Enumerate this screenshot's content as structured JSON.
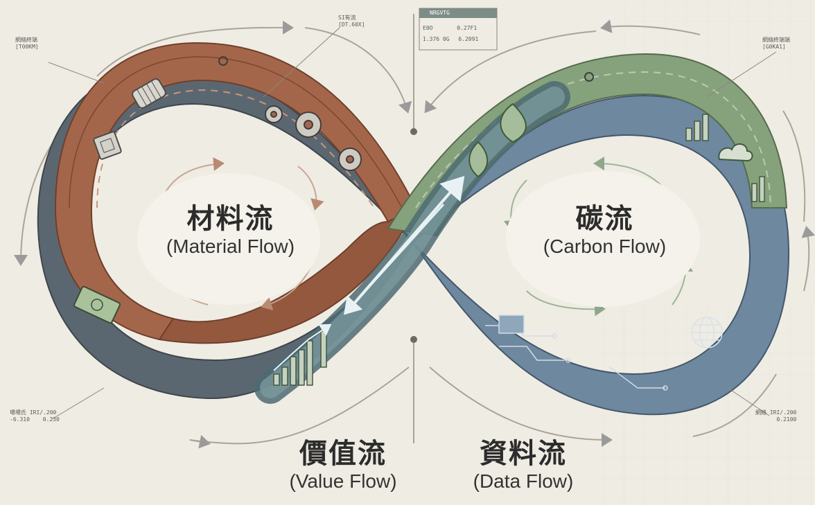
{
  "flows": {
    "material": {
      "zh": "材料流",
      "en": "(Material Flow)",
      "color": "#a4664a"
    },
    "carbon": {
      "zh": "碳流",
      "en": "(Carbon Flow)",
      "color": "#7e9a73"
    },
    "value": {
      "zh": "價值流",
      "en": "(Value Flow)",
      "color": "#4a5a66"
    },
    "data": {
      "zh": "資料流",
      "en": "(Data Flow)",
      "color": "#5f7990"
    }
  },
  "annotations": {
    "top_center": {
      "title": "SI有流",
      "sub": "[DT.60X]"
    },
    "top_left": {
      "title": "網絡終端",
      "sub": "[T00KM]"
    },
    "top_right": {
      "title": "網絡終端端",
      "sub": "[G0KA1]"
    },
    "top_box": {
      "title": "NRGVTG",
      "row1_label": "E0O",
      "row1_value": "0.27F1",
      "row2_label": "1.376 0G",
      "row2_value": "6.2091"
    },
    "bottom_left": {
      "title": "場場氏 IRI/.200",
      "a": "-6.310",
      "b": "0.230"
    },
    "bottom_right": {
      "title": "網絡 IRI/.200",
      "value": "0.2100"
    }
  },
  "icons": [
    "motor-icon",
    "chip-icon",
    "gear-icon",
    "leaf-icon",
    "cloud-icon",
    "bar-chart-icon",
    "circuit-icon",
    "globe-icon",
    "money-icon"
  ]
}
